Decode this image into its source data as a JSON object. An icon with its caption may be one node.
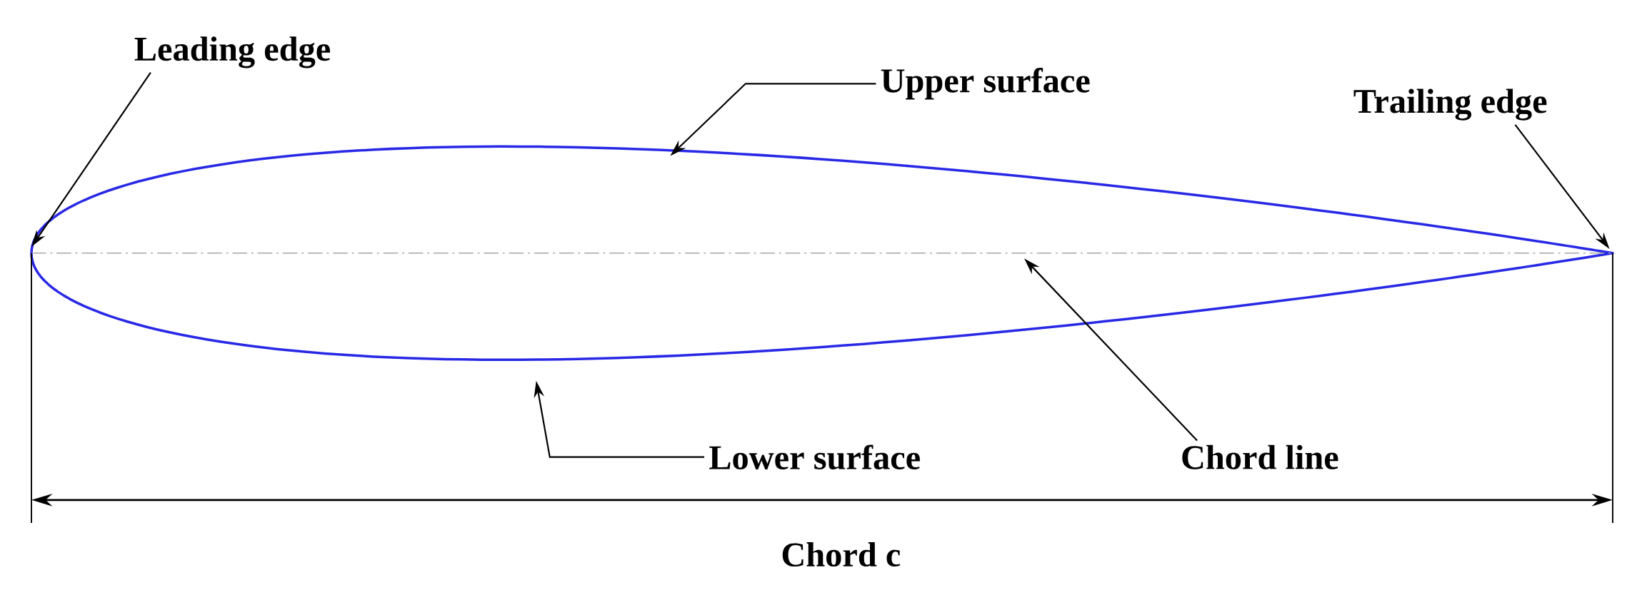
{
  "diagram": {
    "nodes": [
      {
        "text": [
          "Leading edge"
        ]
      },
      {
        "text": [
          "Upper surface"
        ]
      },
      {
        "text": [
          "Trailing edge"
        ]
      },
      {
        "text": [
          "Lower surface"
        ]
      },
      {
        "text": [
          "Chord line"
        ]
      }
    ],
    "edges": [
      {
        "from": 0,
        "to": null,
        "arrow": "to"
      },
      {
        "from": 1,
        "to": null,
        "arrow": "to"
      },
      {
        "from": 2,
        "to": null,
        "arrow": "to"
      },
      {
        "from": 3,
        "to": null,
        "arrow": "to"
      },
      {
        "from": 4,
        "to": null,
        "arrow": "to"
      }
    ],
    "labels": [
      "Chord c"
    ]
  }
}
